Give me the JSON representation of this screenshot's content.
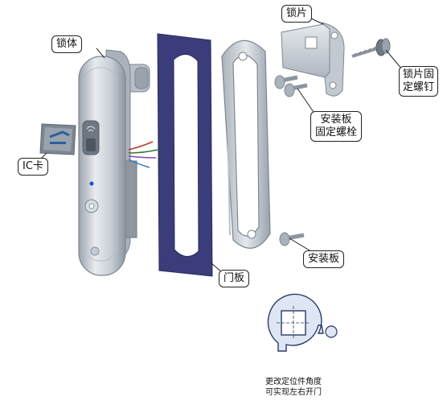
{
  "labels": {
    "lock_body": "锁体",
    "ic_card": "IC卡",
    "door_panel": "门板",
    "lock_plate": "锁片",
    "lock_plate_screw": [
      "锁片固",
      "定螺钉"
    ],
    "mounting_plate_bolt": [
      "安装板",
      "固定螺栓"
    ],
    "mounting_plate": "安装板"
  },
  "note": [
    "更改定位件角度",
    "可实现左右开门"
  ],
  "colors": {
    "door_panel_fill": "#3b3d7a",
    "metal_light": "#d4d9df",
    "metal_mid": "#aab2bc",
    "metal_dark": "#7d8793",
    "callout_border": "#222222"
  }
}
